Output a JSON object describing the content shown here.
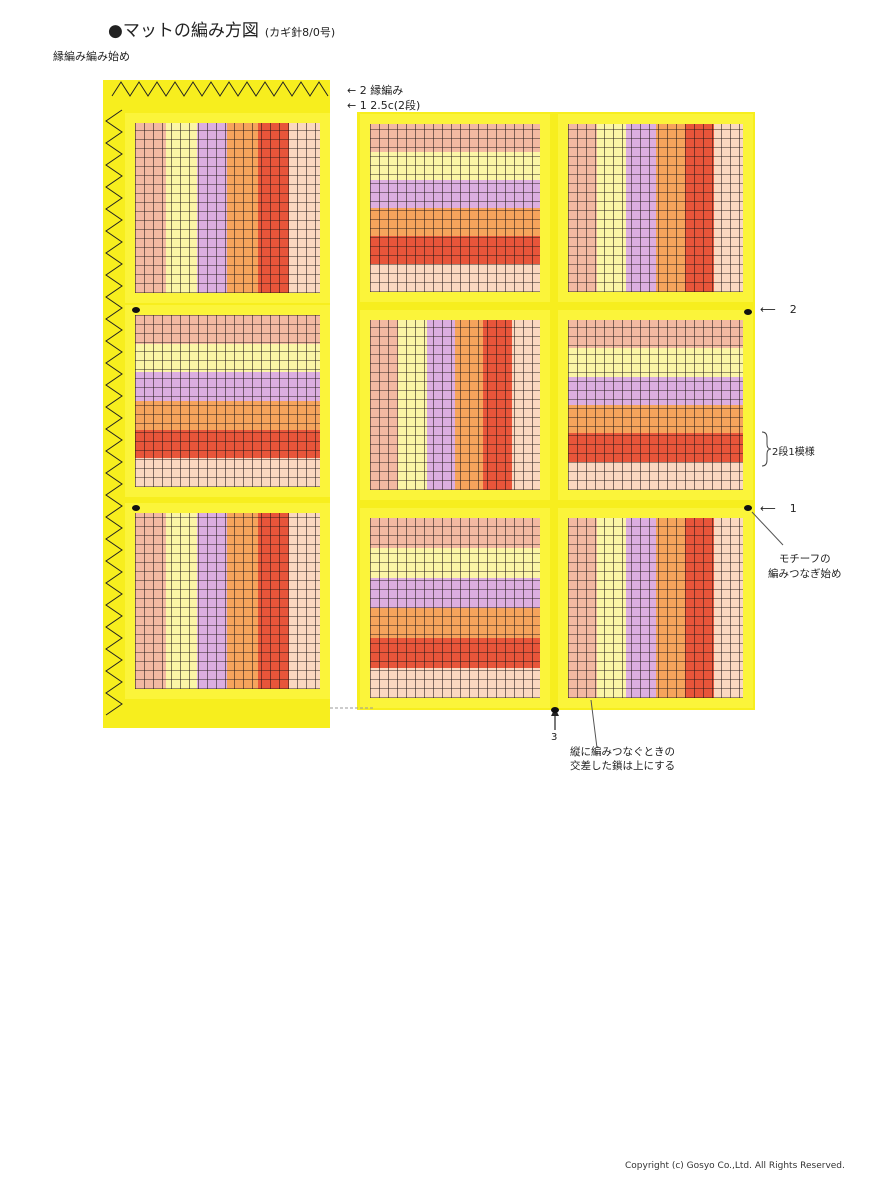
{
  "title": {
    "main": "●マットの編み方図",
    "hook": "(カギ針8/0号)"
  },
  "border_start_label": "縁編み編み始め",
  "annotations": {
    "row2_num": "2",
    "row2_text": "縁編み",
    "row1_num": "1",
    "row1_text": "2.5c(2段)",
    "join_row2": "2",
    "pattern_repeat": "2段1模様",
    "join_row1": "1",
    "join_start": [
      "モチーフの",
      "編みつなぎ始め"
    ],
    "join_col3": "3",
    "crossing_note": [
      "縦に編みつなぐときの",
      "交差した鎖は上にする"
    ]
  },
  "stripe_colors": [
    "#f3b9a2",
    "#fbf5a6",
    "#dcaee0",
    "#f6a45c",
    "#e8553a",
    "#fbd8c0"
  ],
  "border_color": "#f7ee1e",
  "motif_orientations": {
    "left_column": [
      "vertical",
      "horizontal",
      "vertical"
    ],
    "right_grid": [
      [
        "horizontal",
        "vertical"
      ],
      [
        "vertical",
        "horizontal"
      ],
      [
        "horizontal",
        "vertical"
      ]
    ]
  },
  "copyright": "Copyright (c) Gosyo Co.,Ltd. All Rights Reserved."
}
